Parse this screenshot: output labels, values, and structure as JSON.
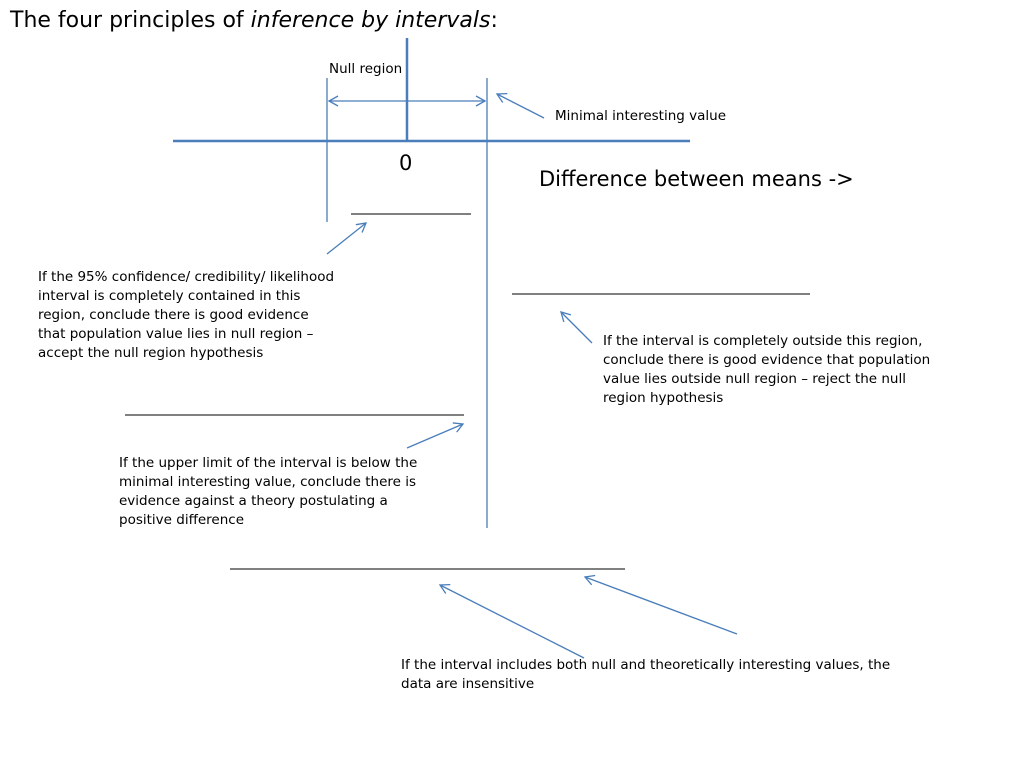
{
  "title": {
    "prefix": "The four principles of ",
    "emphasis": "inference by intervals",
    "suffix": ":"
  },
  "axis": {
    "zero_label": "0",
    "axis_label": "Difference between means ->"
  },
  "null_region": {
    "label": "Null region"
  },
  "minimal_value": {
    "label": "Minimal interesting value"
  },
  "principles": [
    {
      "text": "If the 95% confidence/ credibility/ likelihood interval is completely contained in this region, conclude there is good evidence that population value lies in null region – accept the null region hypothesis"
    },
    {
      "text": "If the interval is completely outside this region, conclude there is good evidence that population value lies outside null region – reject the null region hypothesis"
    },
    {
      "text": "If the upper limit of the interval is below the minimal interesting value, conclude there is evidence against a theory postulating a positive difference"
    },
    {
      "text": "If the interval includes both null and theoretically interesting values, the data are insensitive"
    }
  ],
  "colors": {
    "axis": "#4a7ebb",
    "arrow": "#4a7ebb",
    "interval": "#000000"
  }
}
